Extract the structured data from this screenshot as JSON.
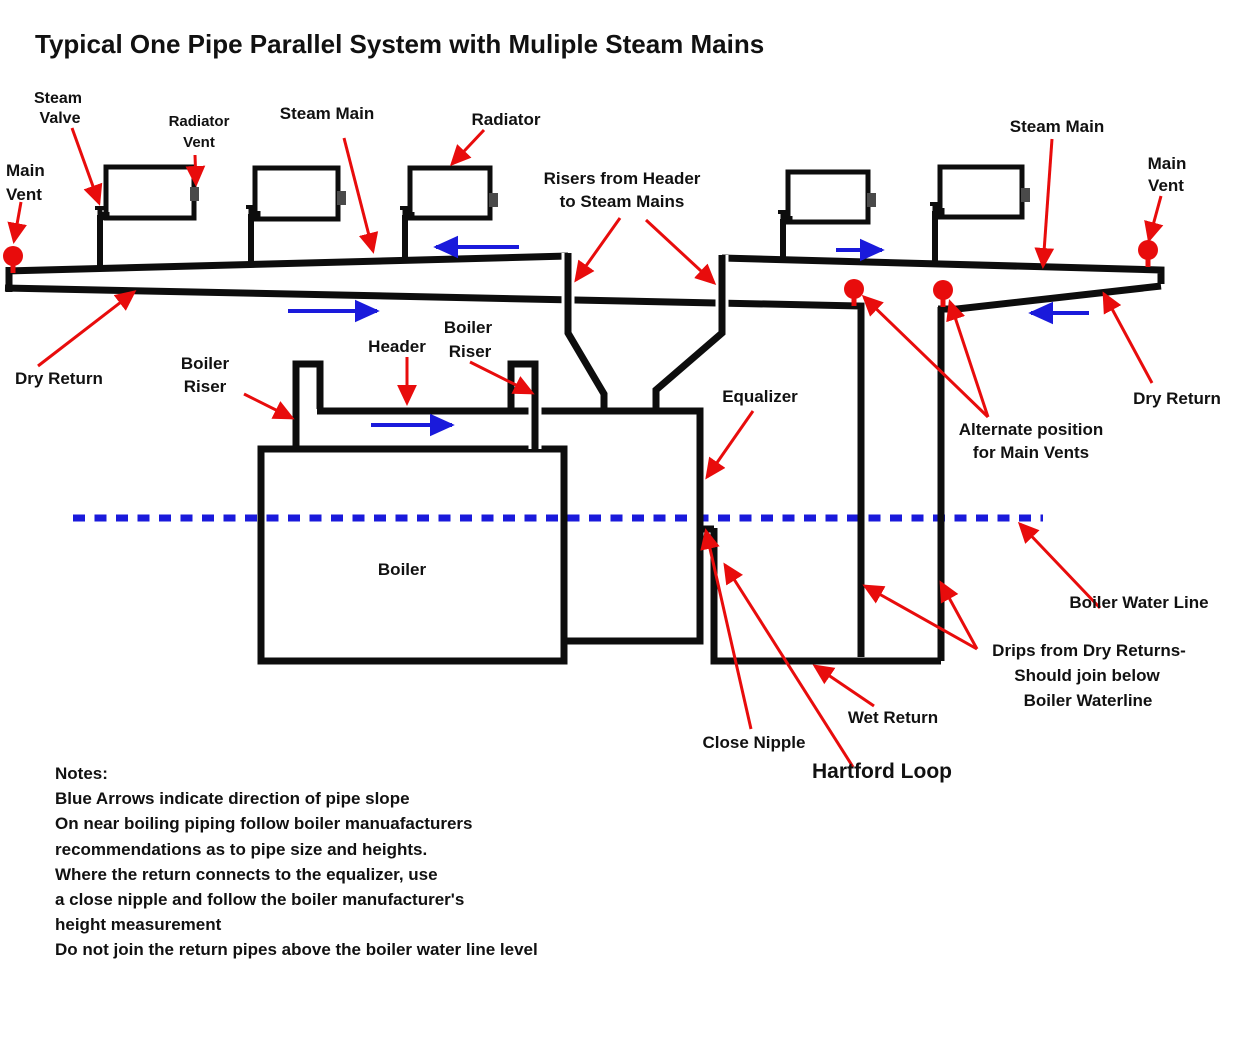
{
  "title": "Typical One Pipe Parallel System with Muliple Steam Mains",
  "colors": {
    "pipe": "#0d0d0d",
    "arrow_red": "#e80c0c",
    "arrow_blue": "#1a1adb",
    "vent_gray": "#4a4a4a",
    "water_line_blue": "#1a1adb"
  },
  "labels": {
    "steam_valve": [
      "Steam",
      "Valve"
    ],
    "radiator_vent": [
      "Radiator",
      "Vent"
    ],
    "main_vent_left": [
      "Main",
      "Vent"
    ],
    "steam_main_left": "Steam Main",
    "radiator": "Radiator",
    "risers": [
      "Risers from Header",
      "to Steam Mains"
    ],
    "steam_main_right": "Steam Main",
    "main_vent_right": [
      "Main",
      "Vent"
    ],
    "dry_return_left": "Dry Return",
    "boiler_riser_left": [
      "Boiler",
      "Riser"
    ],
    "header": "Header",
    "boiler_riser_right": [
      "Boiler",
      "Riser"
    ],
    "equalizer": "Equalizer",
    "alternate_position": [
      "Alternate position",
      "for Main Vents"
    ],
    "dry_return_right": "Dry Return",
    "boiler": "Boiler",
    "boiler_water_line": "Boiler Water Line",
    "drips": [
      "Drips from Dry Returns-",
      "Should join below",
      "Boiler Waterline"
    ],
    "wet_return": "Wet Return",
    "close_nipple": "Close Nipple",
    "hartford_loop": "Hartford Loop"
  },
  "notes": {
    "heading": "Notes:",
    "lines": [
      "Blue Arrows indicate direction of pipe slope",
      "On near boiling piping follow boiler manuafacturers",
      "recommendations as to pipe size and heights.",
      "Where the return connects to the equalizer, use",
      " a close nipple and follow the boiler manufacturer's",
      "height measurement",
      "Do not join the return pipes above the boiler water line level"
    ]
  }
}
